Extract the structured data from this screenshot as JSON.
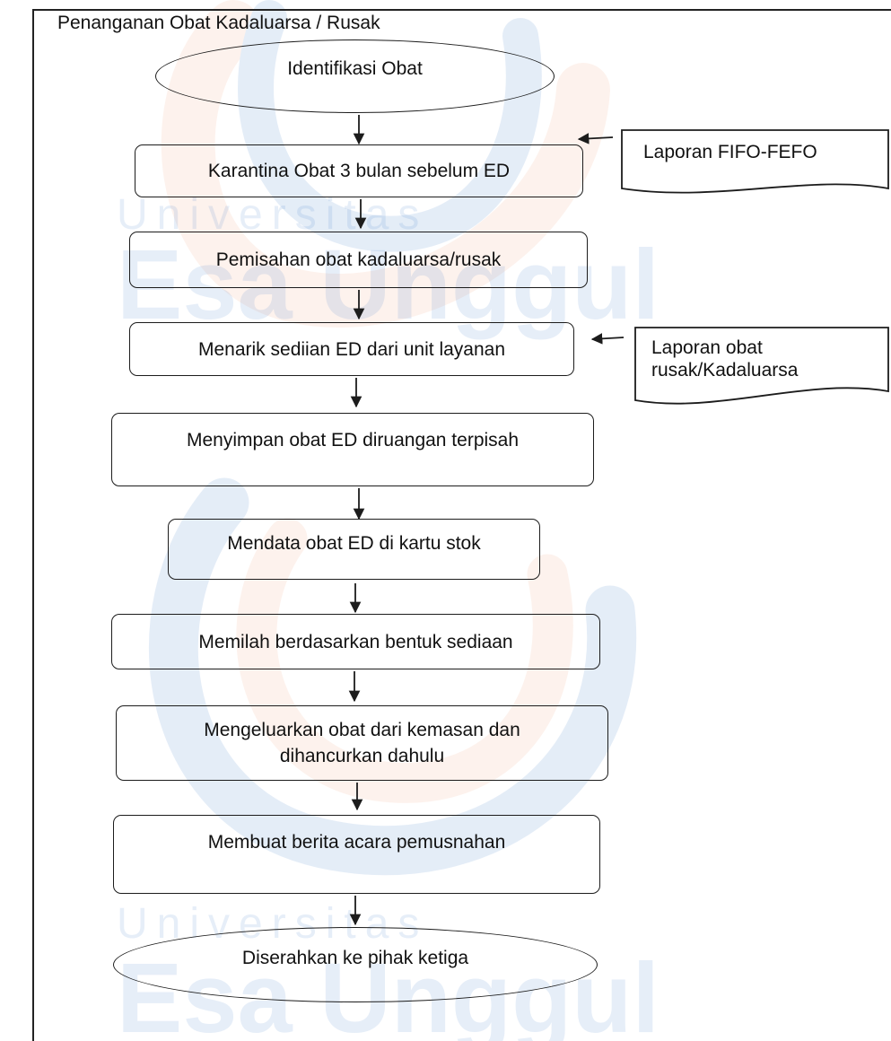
{
  "title": "Penanganan Obat Kadaluarsa / Rusak",
  "watermark": {
    "line1": "Universitas",
    "line2": "Esa Unggul",
    "color": "#3a78c8",
    "accent": "#f0a27a"
  },
  "steps": [
    {
      "id": "s1",
      "shape": "terminal",
      "label": "Identifikasi Obat"
    },
    {
      "id": "s2",
      "shape": "process",
      "label": "Karantina Obat 3 bulan sebelum ED"
    },
    {
      "id": "s3",
      "shape": "process",
      "label": "Pemisahan obat kadaluarsa/rusak"
    },
    {
      "id": "s4",
      "shape": "process",
      "label": "Menarik sediian ED dari unit layanan"
    },
    {
      "id": "s5",
      "shape": "process",
      "label": "Menyimpan obat ED diruangan terpisah"
    },
    {
      "id": "s6",
      "shape": "process",
      "label": "Mendata obat ED di kartu stok"
    },
    {
      "id": "s7",
      "shape": "process",
      "label": "Memilah berdasarkan bentuk sediaan"
    },
    {
      "id": "s8",
      "shape": "process",
      "label": "Mengeluarkan obat dari kemasan dan dihancurkan dahulu"
    },
    {
      "id": "s9",
      "shape": "process",
      "label": "Membuat berita acara pemusnahan"
    },
    {
      "id": "s10",
      "shape": "terminal",
      "label": "Diserahkan ke pihak ketiga"
    }
  ],
  "documents": [
    {
      "id": "d1",
      "label": "Laporan FIFO-FEFO",
      "connects_to": "s2"
    },
    {
      "id": "d2",
      "label": "Laporan obat rusak/Kadaluarsa",
      "connects_to": "s4"
    }
  ]
}
